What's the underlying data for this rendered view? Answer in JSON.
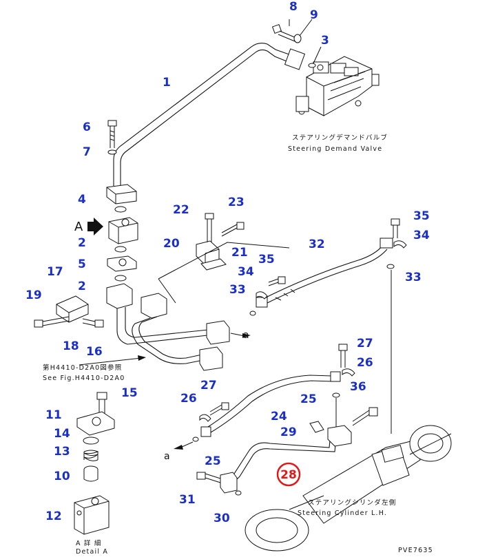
{
  "callouts": [
    {
      "id": "c1",
      "text": "1"
    },
    {
      "id": "c2a",
      "text": "2"
    },
    {
      "id": "c2b",
      "text": "2"
    },
    {
      "id": "c3",
      "text": "3"
    },
    {
      "id": "c4",
      "text": "4"
    },
    {
      "id": "c5",
      "text": "5"
    },
    {
      "id": "c6",
      "text": "6"
    },
    {
      "id": "c7",
      "text": "7"
    },
    {
      "id": "c8",
      "text": "8"
    },
    {
      "id": "c9",
      "text": "9"
    },
    {
      "id": "c10",
      "text": "10"
    },
    {
      "id": "c11",
      "text": "11"
    },
    {
      "id": "c12",
      "text": "12"
    },
    {
      "id": "c13",
      "text": "13"
    },
    {
      "id": "c14",
      "text": "14"
    },
    {
      "id": "c15",
      "text": "15"
    },
    {
      "id": "c16",
      "text": "16"
    },
    {
      "id": "c17",
      "text": "17"
    },
    {
      "id": "c18",
      "text": "18"
    },
    {
      "id": "c19",
      "text": "19"
    },
    {
      "id": "c20",
      "text": "20"
    },
    {
      "id": "c21",
      "text": "21"
    },
    {
      "id": "c22",
      "text": "22"
    },
    {
      "id": "c23",
      "text": "23"
    },
    {
      "id": "c24",
      "text": "24"
    },
    {
      "id": "c25a",
      "text": "25"
    },
    {
      "id": "c25b",
      "text": "25"
    },
    {
      "id": "c26a",
      "text": "26"
    },
    {
      "id": "c26b",
      "text": "26"
    },
    {
      "id": "c27a",
      "text": "27"
    },
    {
      "id": "c27b",
      "text": "27"
    },
    {
      "id": "c29",
      "text": "29"
    },
    {
      "id": "c30",
      "text": "30"
    },
    {
      "id": "c31",
      "text": "31"
    },
    {
      "id": "c32",
      "text": "32"
    },
    {
      "id": "c33a",
      "text": "33"
    },
    {
      "id": "c33b",
      "text": "33"
    },
    {
      "id": "c34a",
      "text": "34"
    },
    {
      "id": "c34b",
      "text": "34"
    },
    {
      "id": "c35a",
      "text": "35"
    },
    {
      "id": "c35b",
      "text": "35"
    },
    {
      "id": "c36",
      "text": "36"
    }
  ],
  "highlight_callout": {
    "text": "28",
    "color": "#e01818"
  },
  "callout_color": "#1a2fc8",
  "view_marker": "A",
  "conn_a1": "a",
  "conn_a2": "a",
  "labels": {
    "valve_jp": "ステアリングデマンドバルブ",
    "valve_en": "Steering Demand Valve",
    "ref_jp": "第H4410-D2A0図参照",
    "ref_en": "See Fig.H4410-D2A0",
    "cyl_jp": "ステアリングシリンダ左側",
    "cyl_en": "Steering Cylinder L.H.",
    "detail_jp": "A 詳 細",
    "detail_en": "Detail A",
    "figure_code": "PVE7635"
  }
}
